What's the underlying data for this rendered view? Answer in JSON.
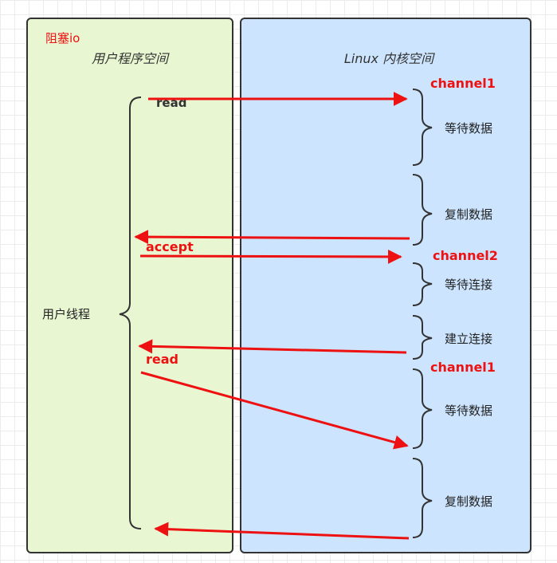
{
  "corner_label": "阻塞io",
  "user_space": {
    "title": "用户程序空间",
    "thread_label": "用户线程",
    "fill": "#e8f7d2"
  },
  "kernel_space": {
    "title": "Linux 内核空间",
    "fill": "#cce4fd"
  },
  "operations": {
    "read_1": "read",
    "accept": "accept",
    "read_2": "read"
  },
  "channels": {
    "channel_1_top": "channel1",
    "channel_2": "channel2",
    "channel_1_bottom": "channel1"
  },
  "stages": {
    "wait_data_1": "等待数据",
    "copy_data_1": "复制数据",
    "wait_connect": "等待连接",
    "establish_connect": "建立连接",
    "wait_data_2": "等待数据",
    "copy_data_2": "复制数据"
  },
  "colors": {
    "arrow": "#ee1111",
    "border": "#333333"
  }
}
